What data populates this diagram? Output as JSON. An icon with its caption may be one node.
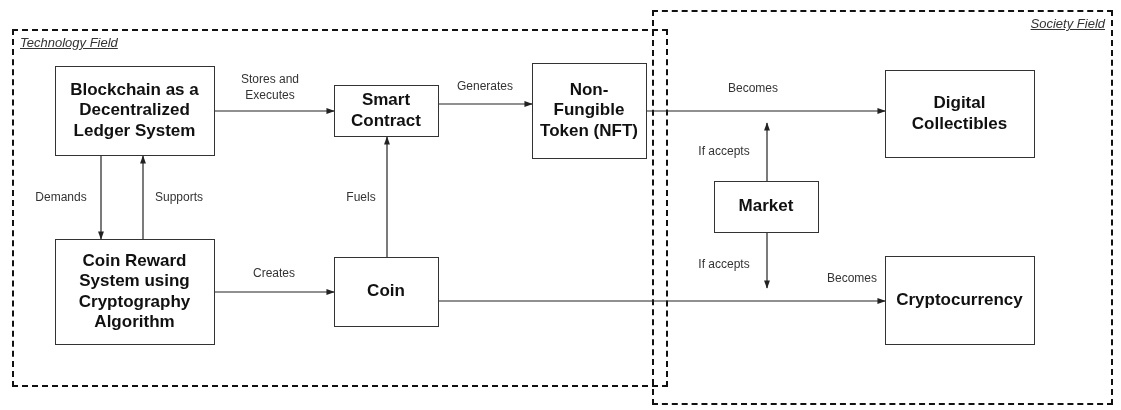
{
  "diagram": {
    "nodes": [
      {
        "text": [
          "Technology Field"
        ]
      },
      {
        "text": [
          "Blockchain as a Decentralized Ledger System"
        ],
        "in": 0
      },
      {
        "text": [
          "Coin Reward System using Cryptography Algorithm"
        ],
        "in": 0
      },
      {
        "text": [
          "Smart Contract"
        ],
        "in": 0
      },
      {
        "text": [
          "Coin"
        ],
        "in": 0
      },
      {
        "text": [
          "Non-Fungible Token (NFT)"
        ],
        "in": 0
      },
      {
        "text": [
          "Society Field"
        ]
      },
      {
        "text": [
          "Digital Collectibles"
        ],
        "in": 6
      },
      {
        "text": [
          "Market"
        ],
        "in": 6
      },
      {
        "text": [
          "Cryptocurrency"
        ],
        "in": 6
      }
    ],
    "edges": [
      {
        "from": 1,
        "to": 3,
        "arrow": "to",
        "label": "Stores and Executes"
      },
      {
        "from": 1,
        "to": 2,
        "arrow": "to",
        "label": "Demands"
      },
      {
        "from": 2,
        "to": 1,
        "arrow": "to",
        "label": "Supports"
      },
      {
        "from": 2,
        "to": 4,
        "arrow": "to",
        "label": "Creates"
      },
      {
        "from": 4,
        "to": 3,
        "arrow": "to",
        "label": "Fuels"
      },
      {
        "from": 3,
        "to": 5,
        "arrow": "to",
        "label": "Generates"
      },
      {
        "from": 5,
        "to": 7,
        "arrow": "to",
        "label": "Becomes"
      },
      {
        "from": 4,
        "to": 9,
        "arrow": "to",
        "label": "Becomes"
      },
      {
        "from": 8,
        "to": null,
        "arrow": "to",
        "label": "If accepts"
      },
      {
        "from": 8,
        "to": null,
        "arrow": "to",
        "label": "If accepts"
      }
    ]
  }
}
